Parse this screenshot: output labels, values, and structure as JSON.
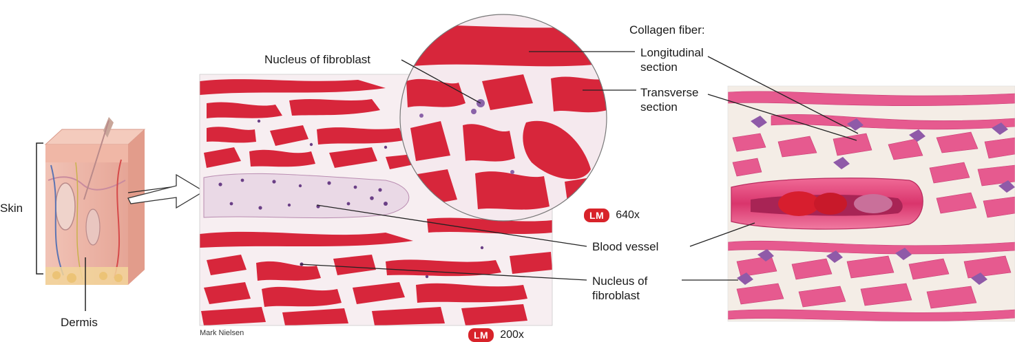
{
  "labels": {
    "skin": "Skin",
    "dermis": "Dermis",
    "nucleus_top": "Nucleus of fibroblast",
    "collagen_heading": "Collagen fiber:",
    "longitudinal": [
      "Longitudinal",
      "section"
    ],
    "transverse": [
      "Transverse",
      "section"
    ],
    "blood_vessel": "Blood vessel",
    "nucleus_bottom": [
      "Nucleus of",
      "fibroblast"
    ]
  },
  "micrograph": {
    "credit": "Mark Nielsen",
    "main_badge": "LM",
    "main_magnification": "200x",
    "inset_badge": "LM",
    "inset_magnification": "640x"
  },
  "colors": {
    "collagen_red": "#d7263b",
    "tissue_pale": "#f6e8ee",
    "nucleus_purple": "#6a3f86",
    "illustration_pink": "#e65a8f",
    "badge_red": "#d8232a"
  }
}
